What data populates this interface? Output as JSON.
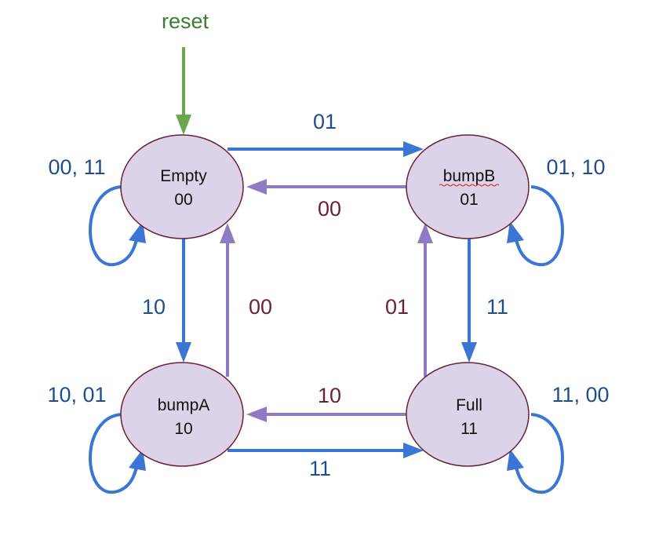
{
  "reset_label": "reset",
  "states": {
    "empty": {
      "name": "Empty",
      "code": "00"
    },
    "bumpB": {
      "name": "bumpB",
      "code": "01"
    },
    "bumpA": {
      "name": "bumpA",
      "code": "10"
    },
    "full": {
      "name": "Full",
      "code": "11"
    }
  },
  "transitions": {
    "empty_to_bumpB": "01",
    "bumpB_to_empty": "00",
    "empty_to_bumpA": "10",
    "bumpA_to_empty": "00",
    "bumpB_to_full": "11",
    "full_to_bumpB": "01",
    "full_to_bumpA": "10",
    "bumpA_to_full": "11"
  },
  "self_loops": {
    "empty": "00, 11",
    "bumpB": "01, 10",
    "bumpA": "10, 01",
    "full": "11, 00"
  },
  "colors": {
    "state_fill": "#dcd3e8",
    "state_stroke": "#6b1f3a",
    "blue_arrow": "#3a76d4",
    "purple_arrow": "#8e7cc3",
    "reset_arrow": "#6aa84f"
  }
}
